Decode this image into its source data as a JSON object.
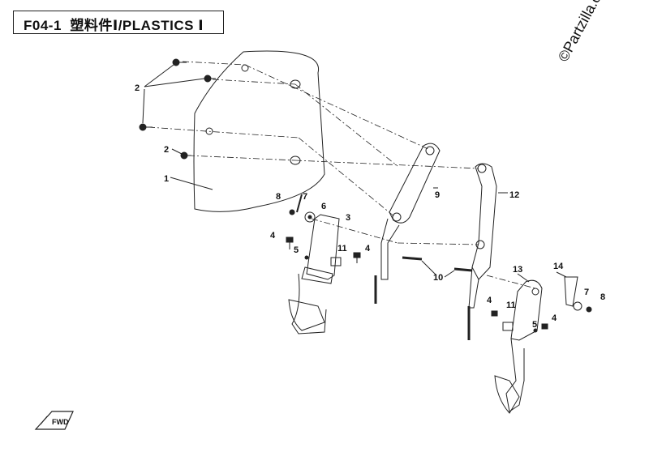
{
  "header": {
    "code": "F04-1",
    "title_cn": "塑料件Ⅰ/PLASTICS Ⅰ"
  },
  "watermark": "©Partzilla.com",
  "callouts": {
    "c1": "1",
    "c2a": "2",
    "c2b": "2",
    "c3": "3",
    "c4a": "4",
    "c4b": "4",
    "c4c": "4",
    "c4d": "4",
    "c5a": "5",
    "c5b": "5",
    "c6": "6",
    "c7a": "7",
    "c7b": "7",
    "c8a": "8",
    "c8b": "8",
    "c9": "9",
    "c10": "10",
    "c11a": "11",
    "c11b": "11",
    "c12": "12",
    "c13": "13",
    "c14": "14"
  },
  "fwd_label": "FWD",
  "colors": {
    "line": "#222222",
    "background": "#ffffff"
  }
}
